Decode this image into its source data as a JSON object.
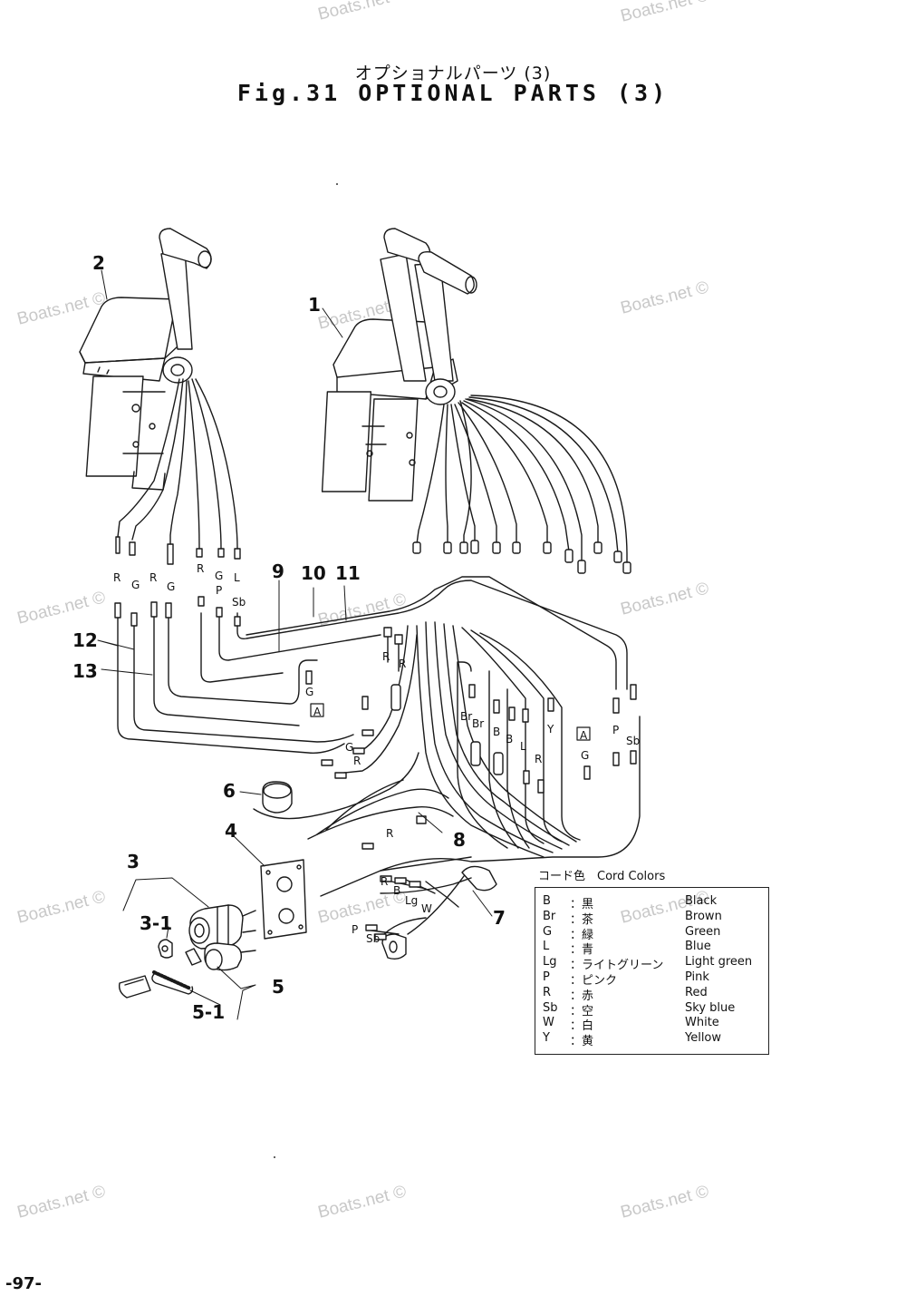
{
  "title_jp": "オプショナルパーツ (3)",
  "title_en": "Fig.31 OPTIONAL PARTS (3)",
  "watermark": "Boats.net ©",
  "page_number": "-97-",
  "callouts": [
    "1",
    "2",
    "3",
    "3-1",
    "4",
    "5",
    "5-1",
    "6",
    "7",
    "8",
    "9",
    "10",
    "11",
    "12",
    "13"
  ],
  "wire_labels": {
    "r": "R",
    "g": "G",
    "p": "P",
    "l": "L",
    "sb": "Sb",
    "b": "B",
    "br": "Br",
    "y": "Y",
    "lg": "Lg",
    "w": "W",
    "a": "A"
  },
  "legend": {
    "title": "コード色　Cord Colors",
    "rows": [
      {
        "code": "B",
        "jp": "：黒",
        "en": "Black"
      },
      {
        "code": "Br",
        "jp": "：茶",
        "en": "Brown"
      },
      {
        "code": "G",
        "jp": "：緑",
        "en": "Green"
      },
      {
        "code": "L",
        "jp": "：青",
        "en": "Blue"
      },
      {
        "code": "Lg",
        "jp": "：ライトグリーン",
        "en": "Light green"
      },
      {
        "code": "P",
        "jp": "：ピンク",
        "en": "Pink"
      },
      {
        "code": "R",
        "jp": "：赤",
        "en": "Red"
      },
      {
        "code": "Sb",
        "jp": "：空",
        "en": "Sky blue"
      },
      {
        "code": "W",
        "jp": "：白",
        "en": "White"
      },
      {
        "code": "Y",
        "jp": "：黄",
        "en": "Yellow"
      }
    ]
  }
}
